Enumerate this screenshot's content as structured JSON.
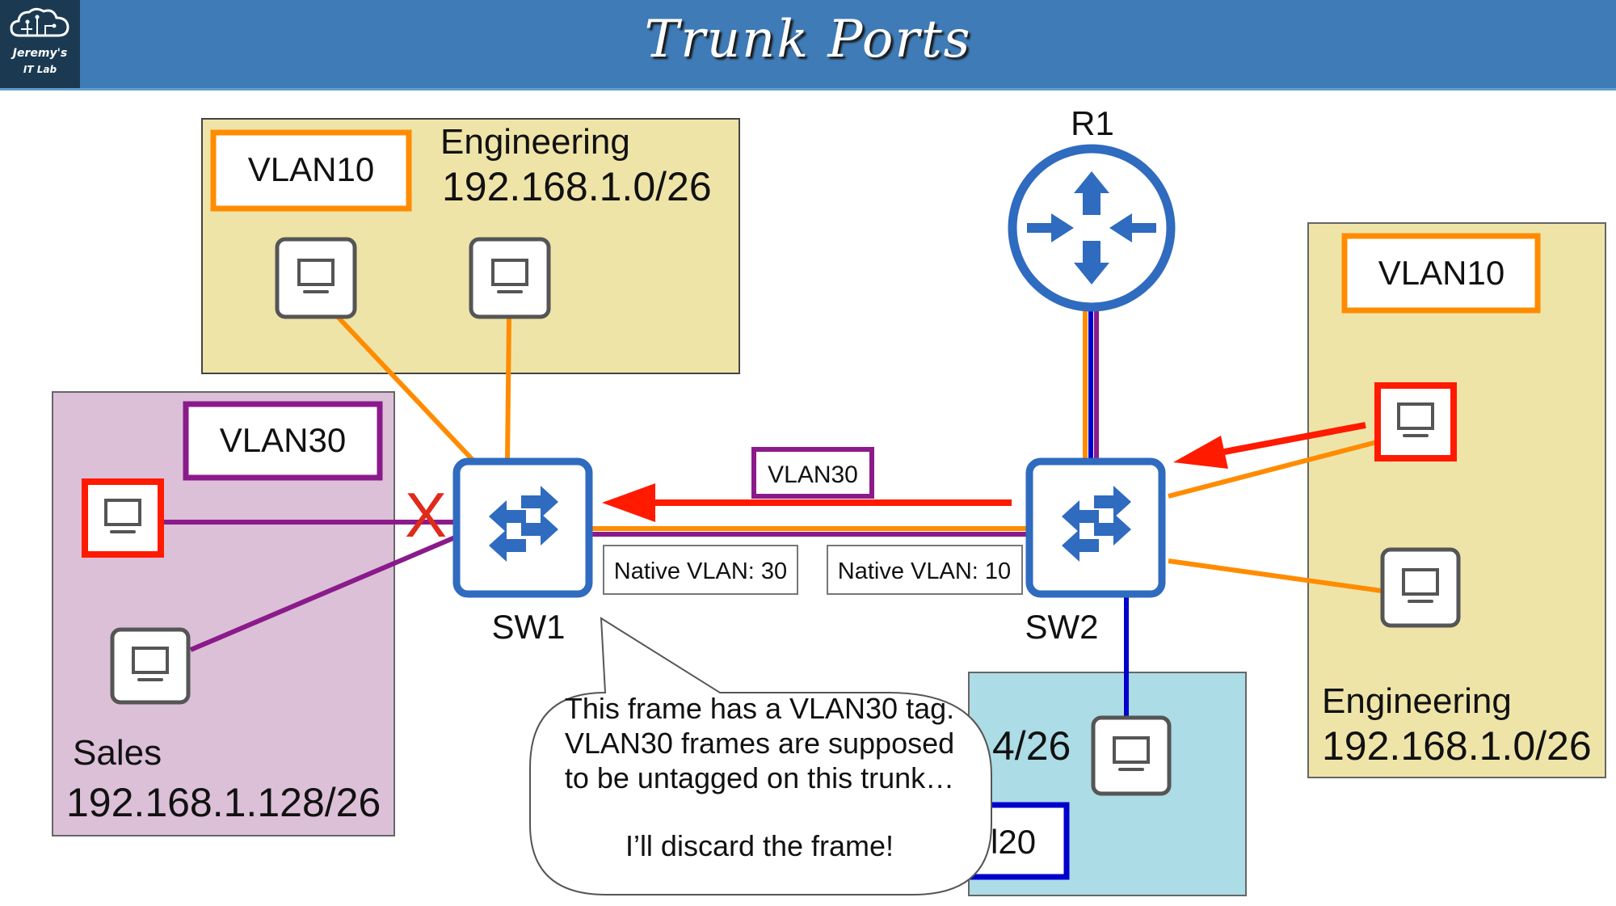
{
  "header": {
    "title": "Trunk Ports",
    "logo_line1": "Jeremy's",
    "logo_line2": "IT Lab",
    "logo_icon": "cloud-circuit-icon"
  },
  "colors": {
    "vlan10": "#ff8c00",
    "vlan20": "#0000cc",
    "vlan30": "#8b1a8b",
    "frame_arrow": "#ff1a00",
    "device_blue": "#2f6bbf",
    "engineering_bg": "#efe4a8",
    "sales_bg": "#dbc0d8",
    "vlan20_bg": "#acdce6"
  },
  "zones": {
    "engineering_left": {
      "name": "Engineering",
      "subnet": "192.168.1.0/26",
      "vlan_label": "VLAN10"
    },
    "sales": {
      "name": "Sales",
      "subnet": "192.168.1.128/26",
      "vlan_label": "VLAN30"
    },
    "engineering_right": {
      "name": "Engineering",
      "subnet": "192.168.1.0/26",
      "vlan_label": "VLAN10"
    },
    "vlan20_zone": {
      "subnet_partial": "4/26",
      "vlan_label_partial": "l20"
    }
  },
  "devices": {
    "router": {
      "label": "R1",
      "icon": "router-icon"
    },
    "sw1": {
      "label": "SW1",
      "icon": "switch-icon"
    },
    "sw2": {
      "label": "SW2",
      "icon": "switch-icon"
    },
    "pc_icon": "pc-icon"
  },
  "trunk": {
    "frame_tag": "VLAN30",
    "sw1_native": "Native VLAN: 30",
    "sw2_native": "Native VLAN: 10"
  },
  "drop_mark": "X",
  "speech_bubble": {
    "line1": "This frame has a VLAN30 tag.",
    "line2": "VLAN30 frames are supposed",
    "line3": "to be untagged on this trunk…",
    "line4": "I’ll discard the frame!"
  }
}
